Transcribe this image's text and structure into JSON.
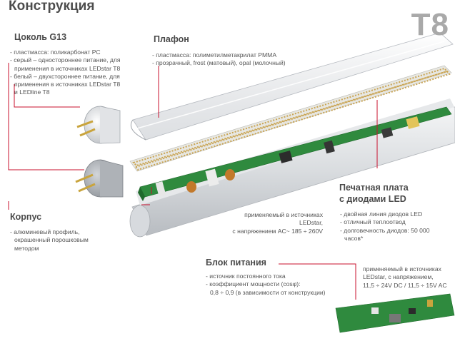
{
  "title": "Конструкция",
  "badge": "T8",
  "base": {
    "heading": "Цоколь G13",
    "lines": [
      "- пластмасса: поликарбонат PC",
      "- серый – одностороннее питание, для",
      "применения в источниках LEDstar T8",
      "- белый – двухстороннее питание, для",
      "применения в источниках LEDstar T8",
      "и LEDline T8"
    ]
  },
  "diffuser": {
    "heading": "Плафон",
    "lines": [
      "- пластмасса: полиметилметакрилат PMMA",
      "- прозрачный, frost (матовый), opal (молочный)"
    ]
  },
  "housing": {
    "heading": "Корпус",
    "lines": [
      "- алюминевый профиль,",
      "окрашенный порошковым",
      "методом"
    ]
  },
  "mains_note": {
    "lines": [
      "применяемый в источниках",
      "LEDstar,",
      "с напряжением AC~ 185 ÷ 260V"
    ]
  },
  "pcb": {
    "heading_lines": [
      "Печатная плата",
      "с диодами LED"
    ],
    "lines": [
      "- двойная линия диодов LED",
      "- отличный теплоотвод",
      "- долговечность диодов: 50 000",
      "часов*"
    ]
  },
  "psu": {
    "heading": "Блок питания",
    "lines": [
      "- источник постоянного тока",
      "- коэффициент мощности (cosφ):",
      "0,8 ÷ 0,9 (в зависимости от конструкции)"
    ]
  },
  "dc_note": {
    "lines": [
      "применяемый в источниках",
      "LEDstar, с напряжением,",
      "11,5 ÷ 24V DC / 11,5 ÷ 15V AC"
    ]
  },
  "colors": {
    "leader": "#c8102e",
    "heading": "#4a4a4a",
    "pcb": "#2f8a3e",
    "housing": "#c9ccd0"
  }
}
